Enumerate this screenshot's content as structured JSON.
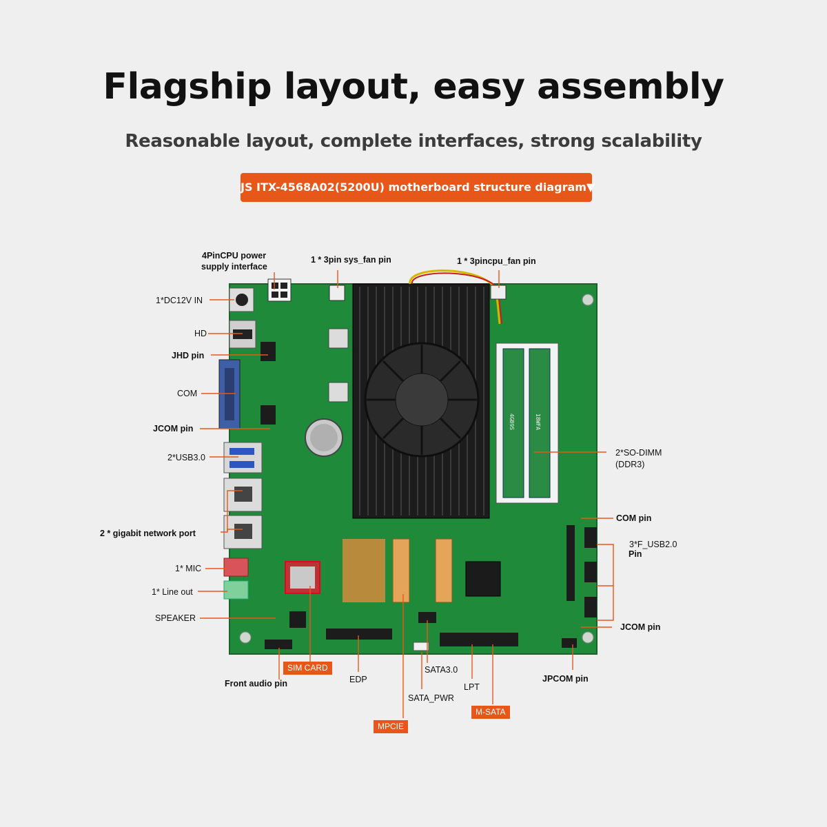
{
  "heading": {
    "title": "Flagship layout, easy assembly",
    "subtitle": "Reasonable layout, complete interfaces, strong scalability",
    "banner": "JS ITX-4568A02(5200U) motherboard structure diagram▼"
  },
  "colors": {
    "accent": "#e8571a",
    "pcb": "#1f8a3a",
    "heatsink": "#1c1c1c",
    "background": "#efefef"
  },
  "labels": {
    "cpu_power": "4PinCPU power",
    "cpu_power_2": "supply interface",
    "sys_fan": "1 * 3pin sys_fan pin",
    "cpu_fan": "1 * 3pincpu_fan pin",
    "dc_in": "1*DC12V IN",
    "hd": "HD",
    "jhd": "JHD pin",
    "com": "COM",
    "jcom_left": "JCOM pin",
    "usb3": "2*USB3.0",
    "lan": "2 * gigabit network port",
    "mic": "1* MIC",
    "line_out": "1* Line out",
    "speaker": "SPEAKER",
    "front_audio": "Front audio pin",
    "sim_card": "SIM CARD",
    "edp": "EDP",
    "mpcie": "MPCIE",
    "sata3": "SATA3.0",
    "sata_pwr": "SATA_PWR",
    "lpt": "LPT",
    "msata": "M-SATA",
    "jpcom": "JPCOM pin",
    "jcom_right": "JCOM pin",
    "fusb": "3*F_USB2.0",
    "fusb_2": "Pin",
    "com_pin": "COM pin",
    "sodimm": "2*SO-DIMM",
    "sodimm_2": "(DDR3)"
  },
  "board": {
    "ram_text_1": "4GB9S",
    "ram_text_2": "18WFA"
  }
}
